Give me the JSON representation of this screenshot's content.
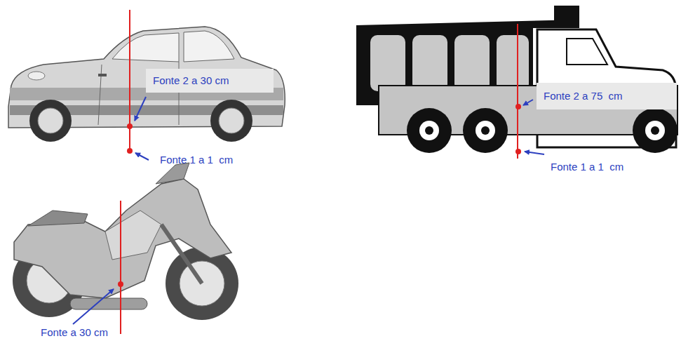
{
  "diagram": {
    "nodes": [
      {
        "text": [
          "Fonte 2 a 30 cm"
        ]
      },
      {
        "text": [
          "Fonte 2 a 75  cm"
        ]
      }
    ],
    "labels": [
      "Fonte 1 a 1  cm",
      "Fonte 1 a 1  cm",
      "Fonte a 30 cm"
    ]
  }
}
